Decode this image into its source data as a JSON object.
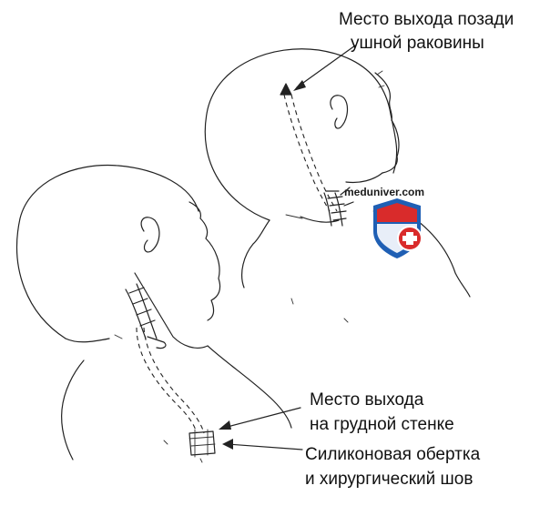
{
  "labels": {
    "exit_behind_ear_line1": "Место выхода позади",
    "exit_behind_ear_line2": "ушной раковины",
    "exit_chest_line1": "Место выхода",
    "exit_chest_line2": "на грудной стенке",
    "silicone_line1": "Силиконовая обертка",
    "silicone_line2": "и хирургический шов"
  },
  "watermark": {
    "text": "meduniver.com",
    "icon": "medical-shield-cross-icon",
    "colors": {
      "blue": "#1f5fb4",
      "red": "#d92b2b",
      "text_dark": "#1a1a1a"
    }
  }
}
